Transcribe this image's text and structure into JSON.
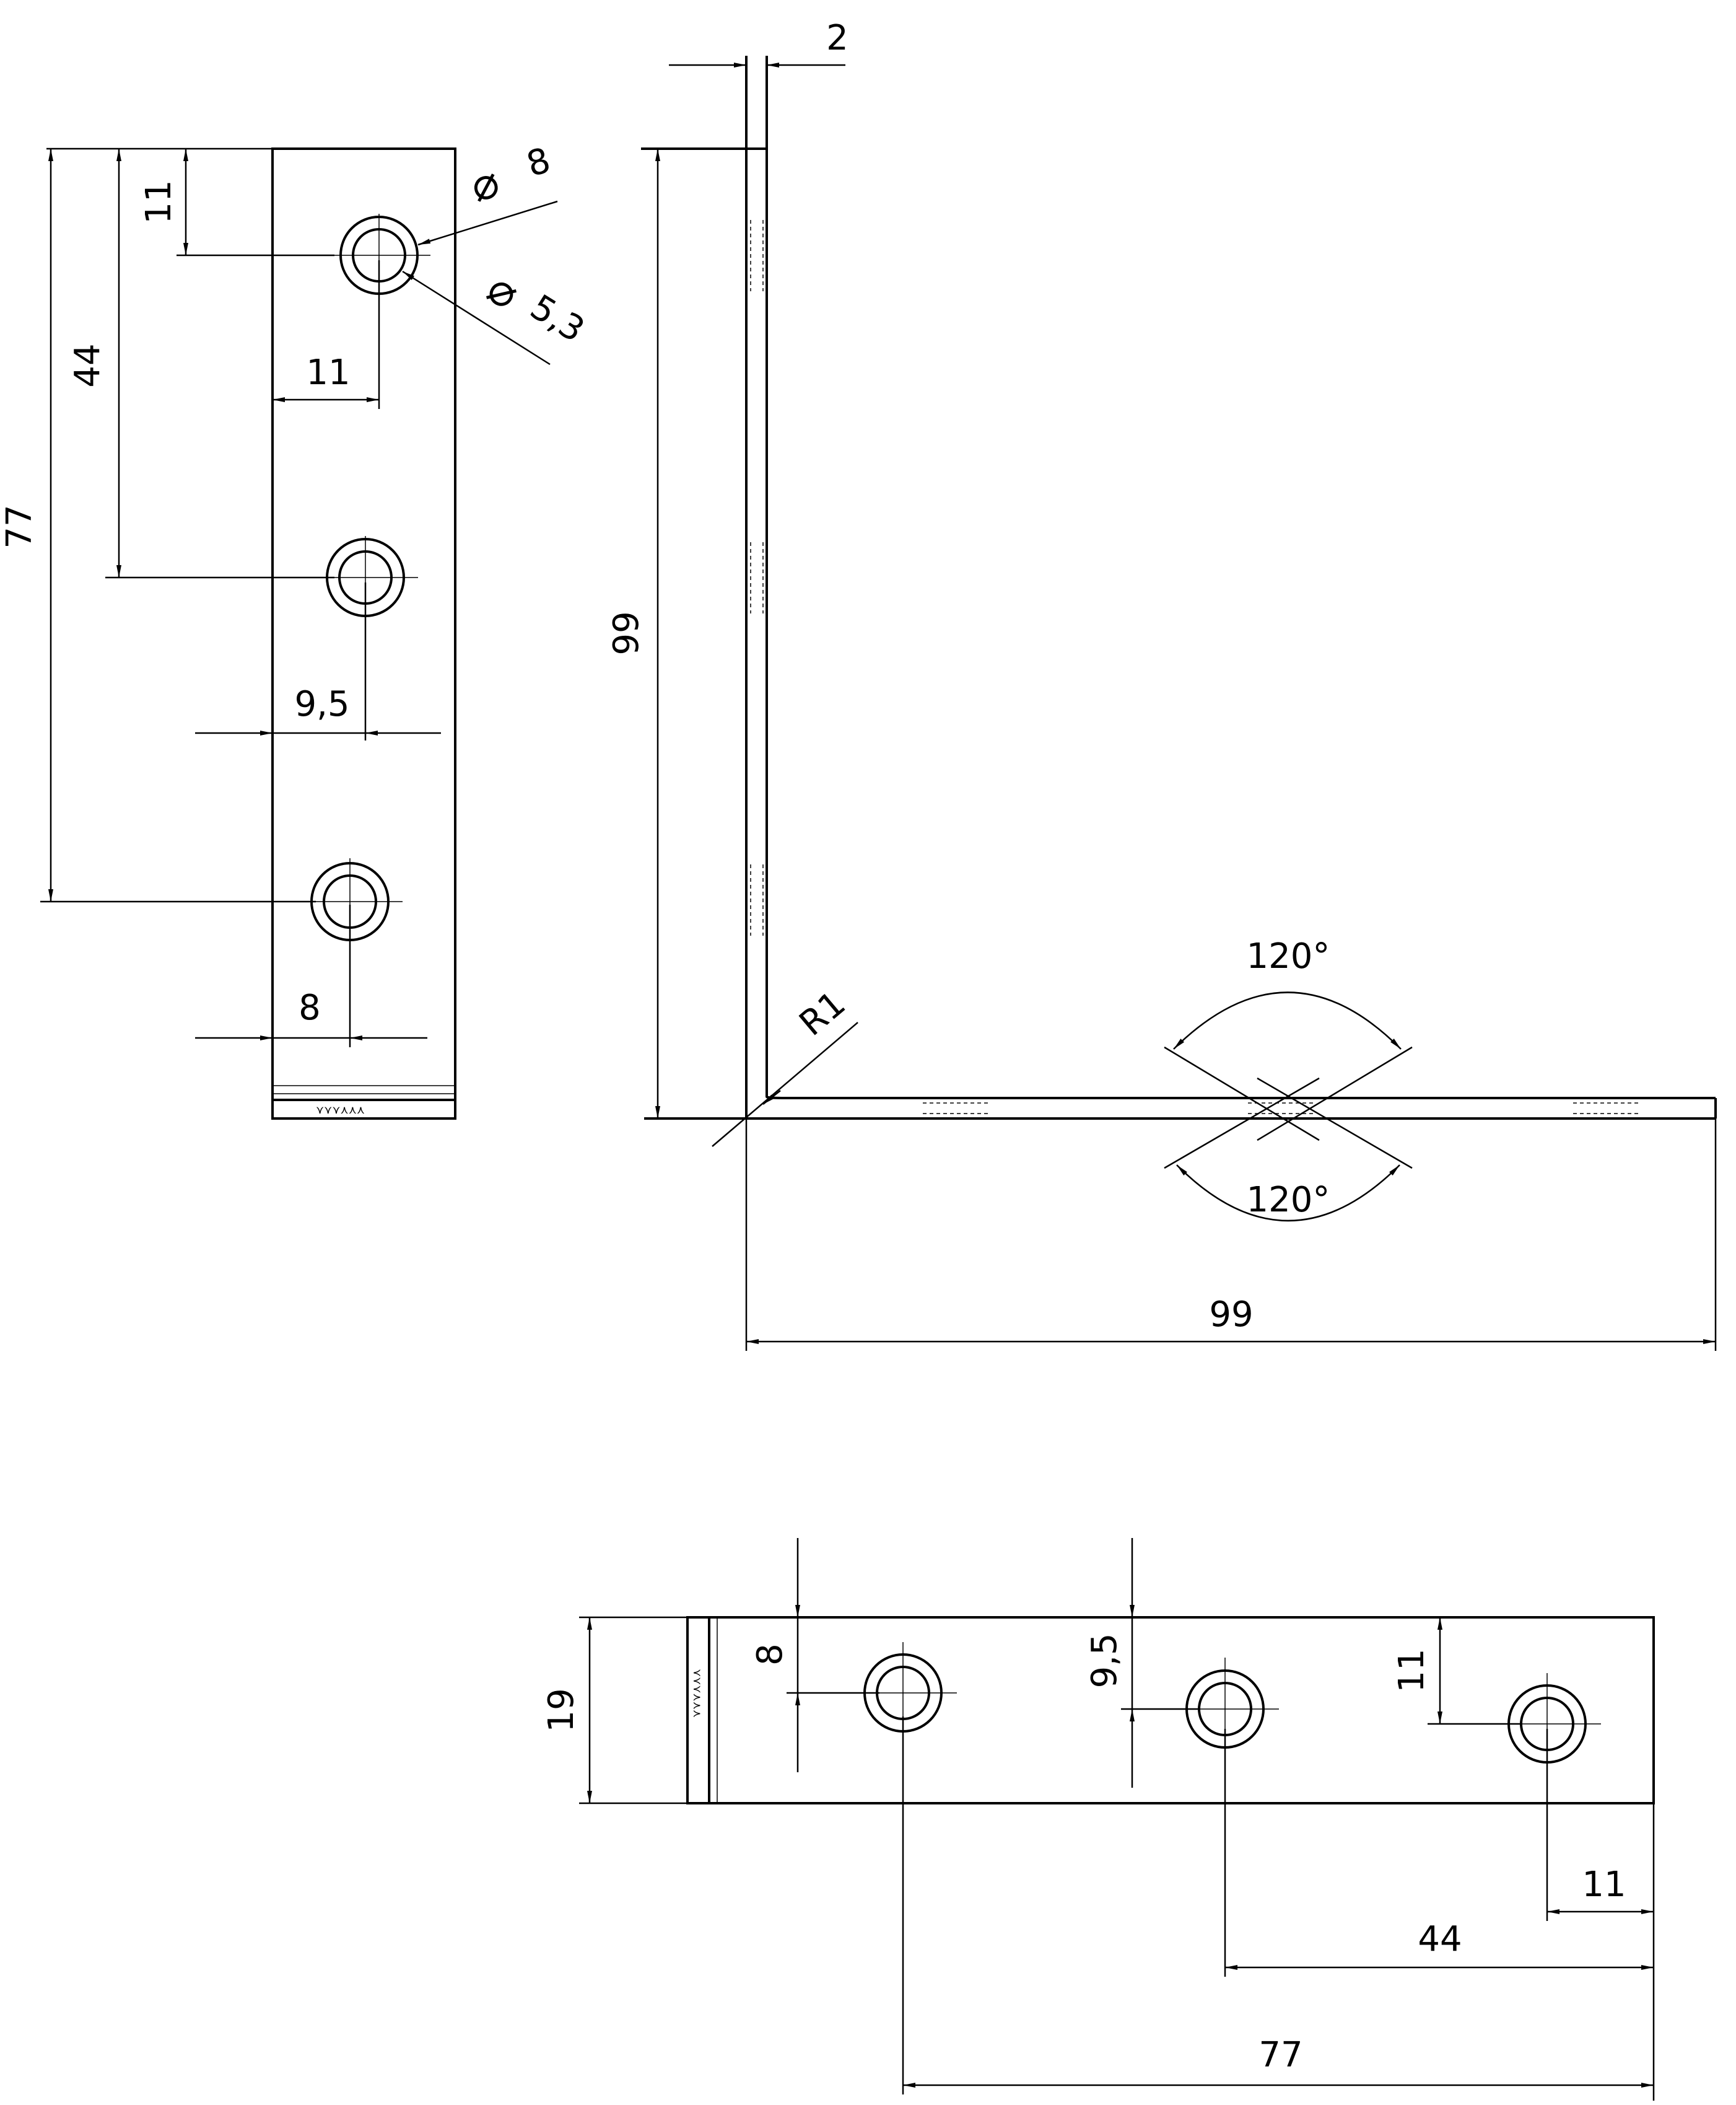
{
  "dimensions": {
    "side_top_11": "11",
    "side_44": "44",
    "side_77": "77",
    "side_hole_11": "11",
    "side_9_5": "9,5",
    "side_8": "8",
    "dia_outer": "8",
    "dia_inner": "5,3",
    "thickness_2": "2",
    "height_99": "99",
    "width_99": "99",
    "radius": "R1",
    "angle_top": "120°",
    "angle_bottom": "120°",
    "bottom_19": "19",
    "bottom_8": "8",
    "bottom_9_5": "9,5",
    "bottom_11_v": "11",
    "bottom_11_h": "11",
    "bottom_44": "44",
    "bottom_77": "77"
  },
  "symbols": {
    "diameter": "⌀"
  }
}
